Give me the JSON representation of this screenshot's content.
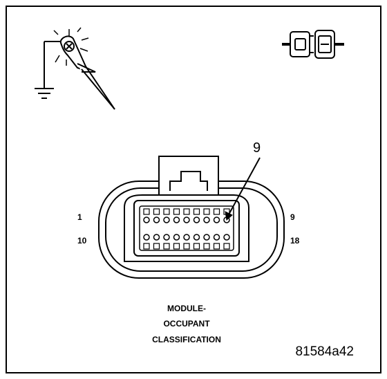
{
  "connector": {
    "callout_pin": "9",
    "pin_labels": {
      "top_left": "1",
      "top_right": "9",
      "bottom_left": "10",
      "bottom_right": "18"
    },
    "top_row_pins": 9,
    "bottom_row_pins": 9
  },
  "caption": {
    "line1": "MODULE-",
    "line2": "OCCUPANT",
    "line3": "CLASSIFICATION"
  },
  "figure_id": "81584a42",
  "icons": [
    "test-light-probe-icon",
    "connector-plug-icon"
  ]
}
